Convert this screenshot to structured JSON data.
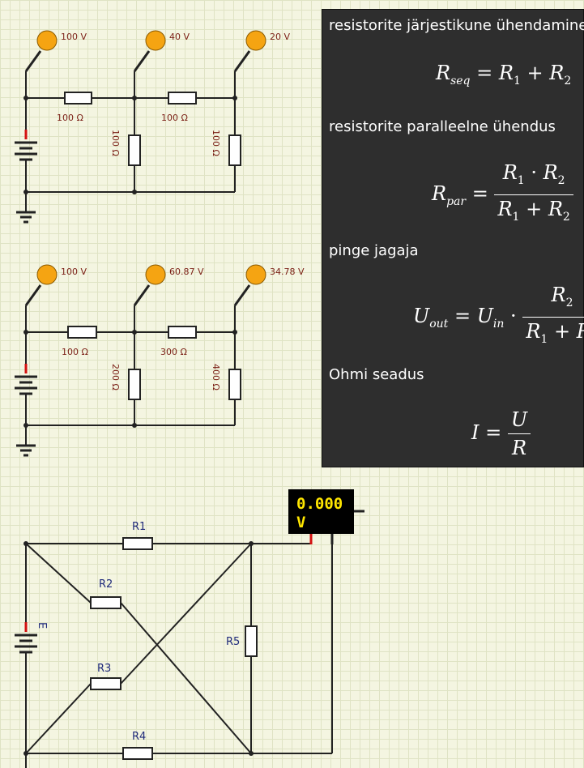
{
  "circuit1": {
    "probes": [
      "100 V",
      "40 V",
      "20 V"
    ],
    "series_resistors": [
      "100 Ω",
      "100 Ω"
    ],
    "shunt_resistors": [
      "100 Ω",
      "100 Ω"
    ]
  },
  "circuit2": {
    "probes": [
      "100 V",
      "60.87 V",
      "34.78 V"
    ],
    "series_resistors": [
      "100 Ω",
      "300 Ω"
    ],
    "shunt_resistors": [
      "200 Ω",
      "400 Ω"
    ]
  },
  "bridge": {
    "resistors": [
      "R1",
      "R2",
      "R3",
      "R4",
      "R5"
    ],
    "source_label": "E",
    "voltmeter_value": "0.000",
    "voltmeter_unit": "V"
  },
  "formulas": {
    "series_title": "resistorite järjestikune ühendamine",
    "parallel_title": "resistorite paralleelne ühendus",
    "divider_title": "pinge jagaja",
    "ohm_title": "Ohmi seadus"
  },
  "colors": {
    "probe": "#f5a412",
    "terminal": "#d41010",
    "meter_text": "#ffe600",
    "panel": "#2e2e2e"
  }
}
